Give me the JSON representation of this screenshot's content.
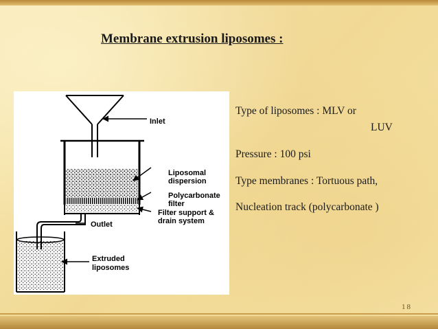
{
  "slide": {
    "title": "Membrane extrusion liposomes :",
    "page_number": "18"
  },
  "bullets": {
    "line1": "Type of liposomes : MLV or",
    "line1_cont": "LUV",
    "line2": "Pressure : 100 psi",
    "line3": "Type membranes : Tortuous path,",
    "line4": "Nucleation track (polycarbonate )"
  },
  "diagram": {
    "labels": {
      "inlet": "Inlet",
      "liposomal_1": "Liposomal",
      "liposomal_2": "dispersion",
      "polycarbonate_1": "Polycarbonate",
      "polycarbonate_2": "filter",
      "outlet": "Outlet",
      "filter_support_1": "Filter support &",
      "filter_support_2": "drain system",
      "extruded_1": "Extruded",
      "extruded_2": "liposomes"
    }
  },
  "colors": {
    "background": "#f6e4a6",
    "frame": "#c99d4c",
    "text": "#1a1a1a"
  }
}
